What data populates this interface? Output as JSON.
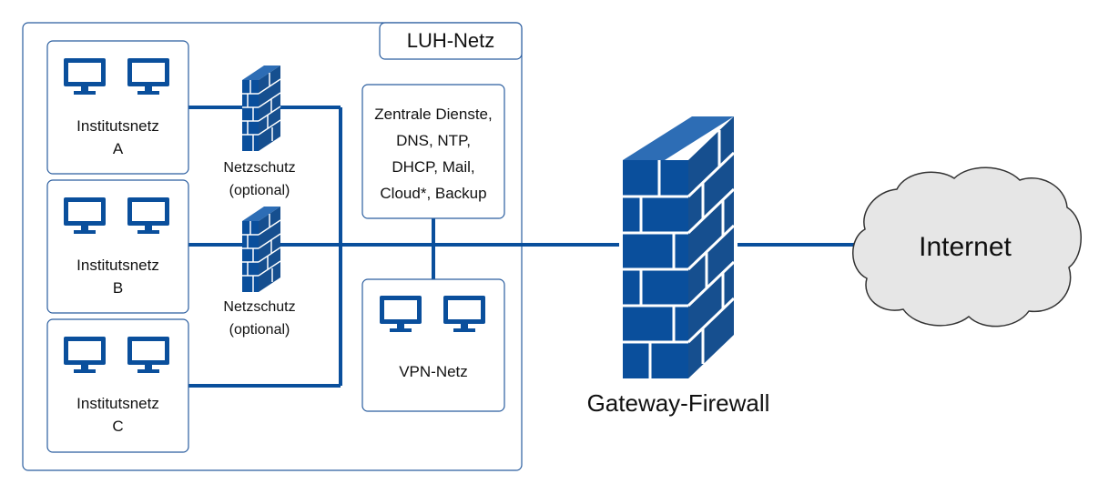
{
  "luh_net": {
    "label": "LUH-Netz"
  },
  "institutes": [
    {
      "line1": "Institutsnetz",
      "line2": "A"
    },
    {
      "line1": "Institutsnetz",
      "line2": "B"
    },
    {
      "line1": "Institutsnetz",
      "line2": "C"
    }
  ],
  "netzschutz": [
    {
      "line1": "Netzschutz",
      "line2": "(optional)"
    },
    {
      "line1": "Netzschutz",
      "line2": "(optional)"
    }
  ],
  "central_services": {
    "lines": [
      "Zentrale Dienste,",
      "DNS, NTP,",
      "DHCP, Mail,",
      "Cloud*, Backup"
    ]
  },
  "vpn": {
    "label": "VPN-Netz"
  },
  "gateway": {
    "label": "Gateway-Firewall"
  },
  "internet": {
    "label": "Internet"
  },
  "colors": {
    "accent": "#0a4f9c",
    "border": "#2a5d9f",
    "cloud_fill": "#e6e6e6"
  },
  "icons": [
    "monitor-icon",
    "firewall-icon",
    "cloud-icon"
  ]
}
